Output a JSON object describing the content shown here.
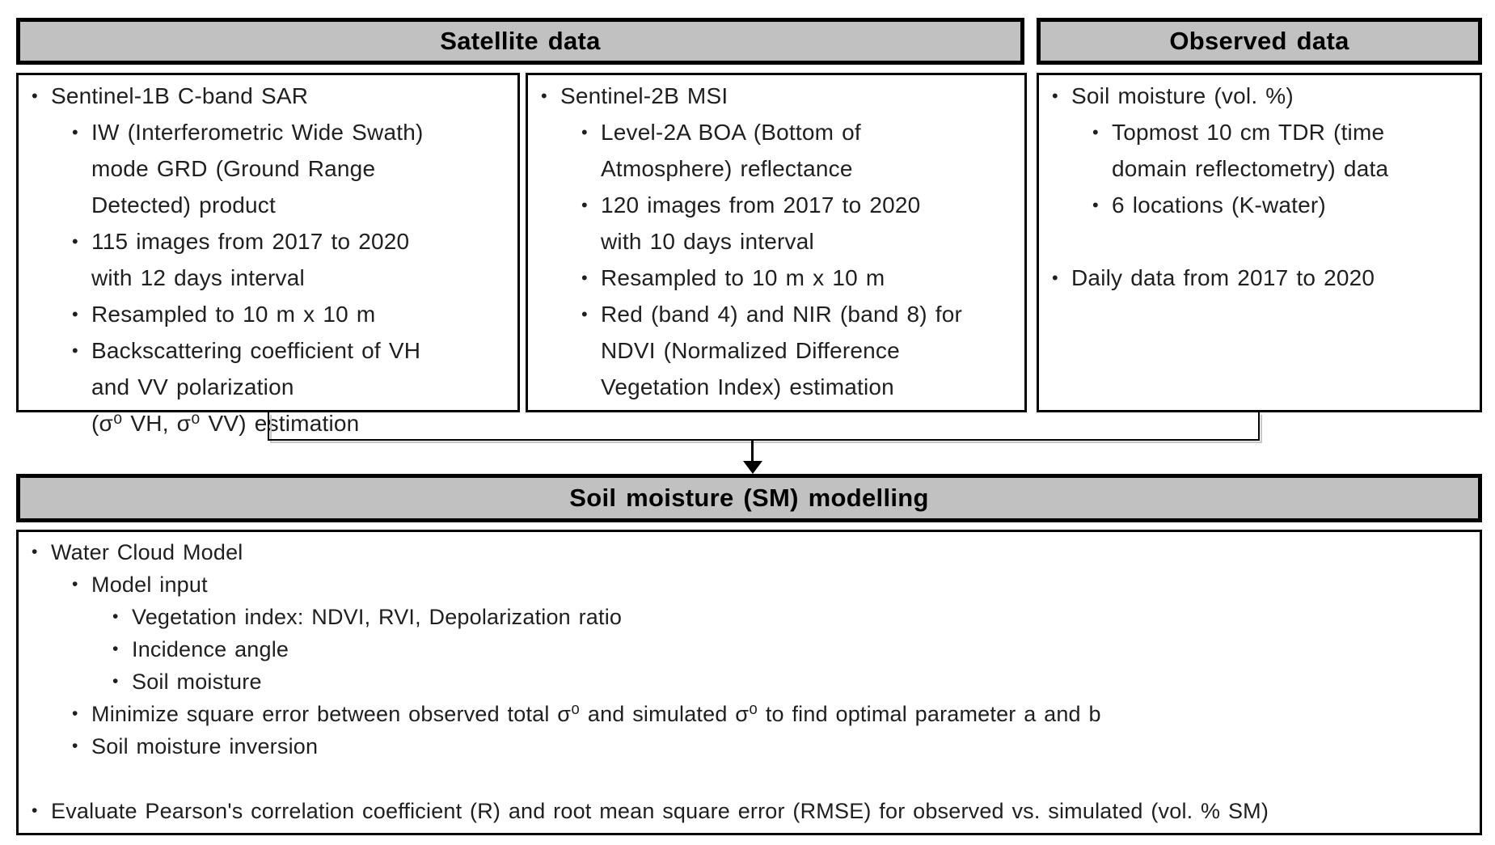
{
  "headers": {
    "satellite": "Satellite data",
    "observed": "Observed data",
    "modelling": "Soil moisture (SM) modelling"
  },
  "colors": {
    "header_fill": "#c1c1c1",
    "border": "#000000",
    "text": "#1f1f1f",
    "background": "#ffffff"
  },
  "icons": {
    "down_arrow": "merge-arrow-down"
  },
  "boxes": {
    "sentinel1": {
      "items": [
        {
          "level": 1,
          "text": "Sentinel-1B C-band SAR"
        },
        {
          "level": 2,
          "text": "IW (Interferometric Wide Swath)\nmode GRD (Ground Range\nDetected) product"
        },
        {
          "level": 2,
          "text": "115 images from 2017 to 2020\nwith 12 days interval"
        },
        {
          "level": 2,
          "text": "Resampled to 10 m x 10 m"
        },
        {
          "level": 2,
          "text": "Backscattering coefficient of VH\nand VV polarization\n(σ⁰ VH, σ⁰ VV) estimation"
        }
      ]
    },
    "sentinel2": {
      "items": [
        {
          "level": 1,
          "text": "Sentinel-2B MSI"
        },
        {
          "level": 2,
          "text": "Level-2A BOA (Bottom of\nAtmosphere) reflectance"
        },
        {
          "level": 2,
          "text": "120 images from 2017 to 2020\nwith 10 days interval"
        },
        {
          "level": 2,
          "text": "Resampled to 10 m x 10 m"
        },
        {
          "level": 2,
          "text": "Red (band 4) and NIR (band 8) for\nNDVI (Normalized Difference\nVegetation Index) estimation"
        }
      ]
    },
    "observed": {
      "items": [
        {
          "level": 1,
          "text": "Soil moisture (vol. %)"
        },
        {
          "level": 2,
          "text": "Topmost 10 cm TDR (time\ndomain reflectometry) data"
        },
        {
          "level": 2,
          "text": "6 locations (K-water)"
        },
        {
          "level": 1,
          "text": "Daily data from 2017 to 2020"
        }
      ]
    },
    "modelling": {
      "items": [
        {
          "level": 1,
          "text": "Water Cloud Model"
        },
        {
          "level": 2,
          "text": "Model input"
        },
        {
          "level": 3,
          "text": "Vegetation index: NDVI, RVI, Depolarization ratio"
        },
        {
          "level": 3,
          "text": "Incidence angle"
        },
        {
          "level": 3,
          "text": "Soil moisture"
        },
        {
          "level": 2,
          "text": "Minimize square error between observed total σ⁰ and simulated σ⁰ to find optimal parameter a and b"
        },
        {
          "level": 2,
          "text": "Soil moisture inversion"
        },
        {
          "level": 1,
          "text": "Evaluate Pearson's correlation coefficient (R) and root mean square error (RMSE) for observed vs. simulated (vol. % SM)"
        }
      ]
    }
  }
}
